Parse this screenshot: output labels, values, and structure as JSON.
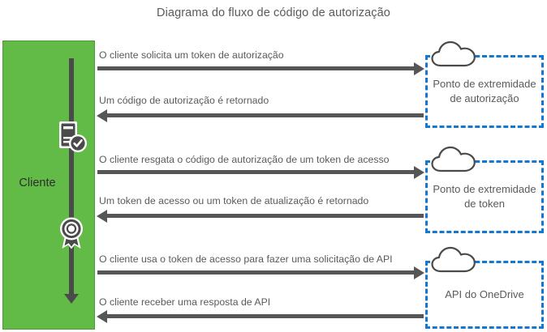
{
  "diagram": {
    "title": "Diagrama do fluxo de código de autorização",
    "client": {
      "label": "Cliente",
      "icons": [
        {
          "name": "device-check-icon"
        },
        {
          "name": "certificate-badge-icon"
        }
      ]
    },
    "messages": [
      {
        "direction": "right",
        "label": "O cliente solicita um token de autorização"
      },
      {
        "direction": "left",
        "label": "Um código de autorização é retornado"
      },
      {
        "direction": "right",
        "label": "O cliente resgata o código de autorização de um token de acesso"
      },
      {
        "direction": "left",
        "label": "Um token de acesso ou um token de atualização é retornado"
      },
      {
        "direction": "right",
        "label": "O cliente usa o token de acesso para fazer uma solicitação de API"
      },
      {
        "direction": "left",
        "label": "O cliente receber uma resposta de API"
      }
    ],
    "endpoints": [
      {
        "label": "Ponto de extremidade de autorização",
        "icon": "cloud-icon"
      },
      {
        "label": "Ponto de extremidade de token",
        "icon": "cloud-icon"
      },
      {
        "label": "API do OneDrive",
        "icon": "cloud-icon"
      }
    ],
    "colors": {
      "client_panel": "#62bb46",
      "endpoint_border": "#1477d1",
      "arrow": "#565656",
      "text": "#5a5a5a"
    }
  }
}
